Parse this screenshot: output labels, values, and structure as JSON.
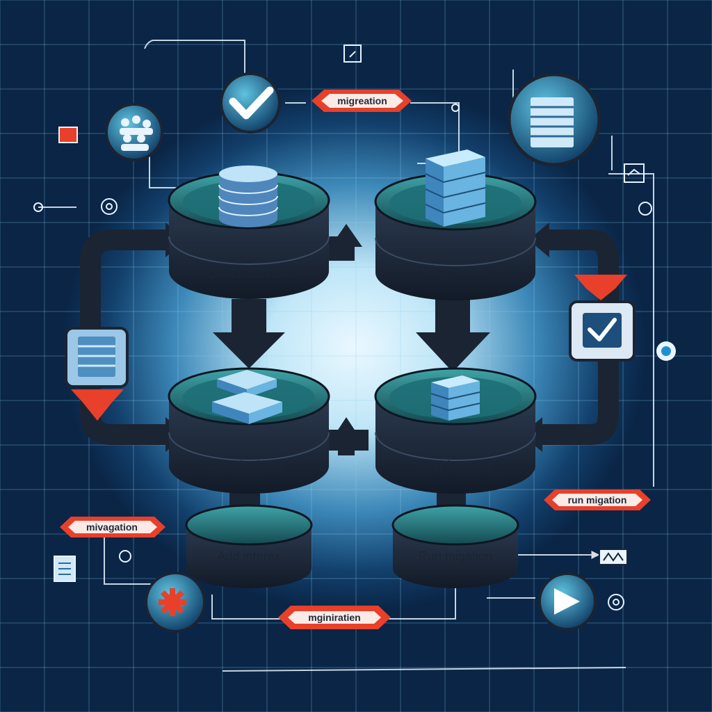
{
  "nodes": {
    "check": "Check colinom",
    "abgt": "abgt colram",
    "add_indeck": "Add indeck",
    "ard_intesck": "Ard intesck",
    "add_interex": "Add interex",
    "run_migration": "Run migation"
  },
  "tags": {
    "top": "migreation",
    "right": "run migation",
    "left": "mivagation",
    "bottom": "mginiratien"
  },
  "icons": [
    "people-icon",
    "checkmark-icon",
    "server-rack-icon",
    "server-rack-icon-small",
    "checkbox-icon",
    "gear-icon",
    "play-icon",
    "document-icon",
    "cog-icon"
  ],
  "colors": {
    "background": "#0b2a4a",
    "glow": "#eaf8ff",
    "node_dark": "#1b2433",
    "node_teal": "#1f6f78",
    "accent_red": "#e8402a",
    "cube_blue": "#5aa8d8"
  }
}
